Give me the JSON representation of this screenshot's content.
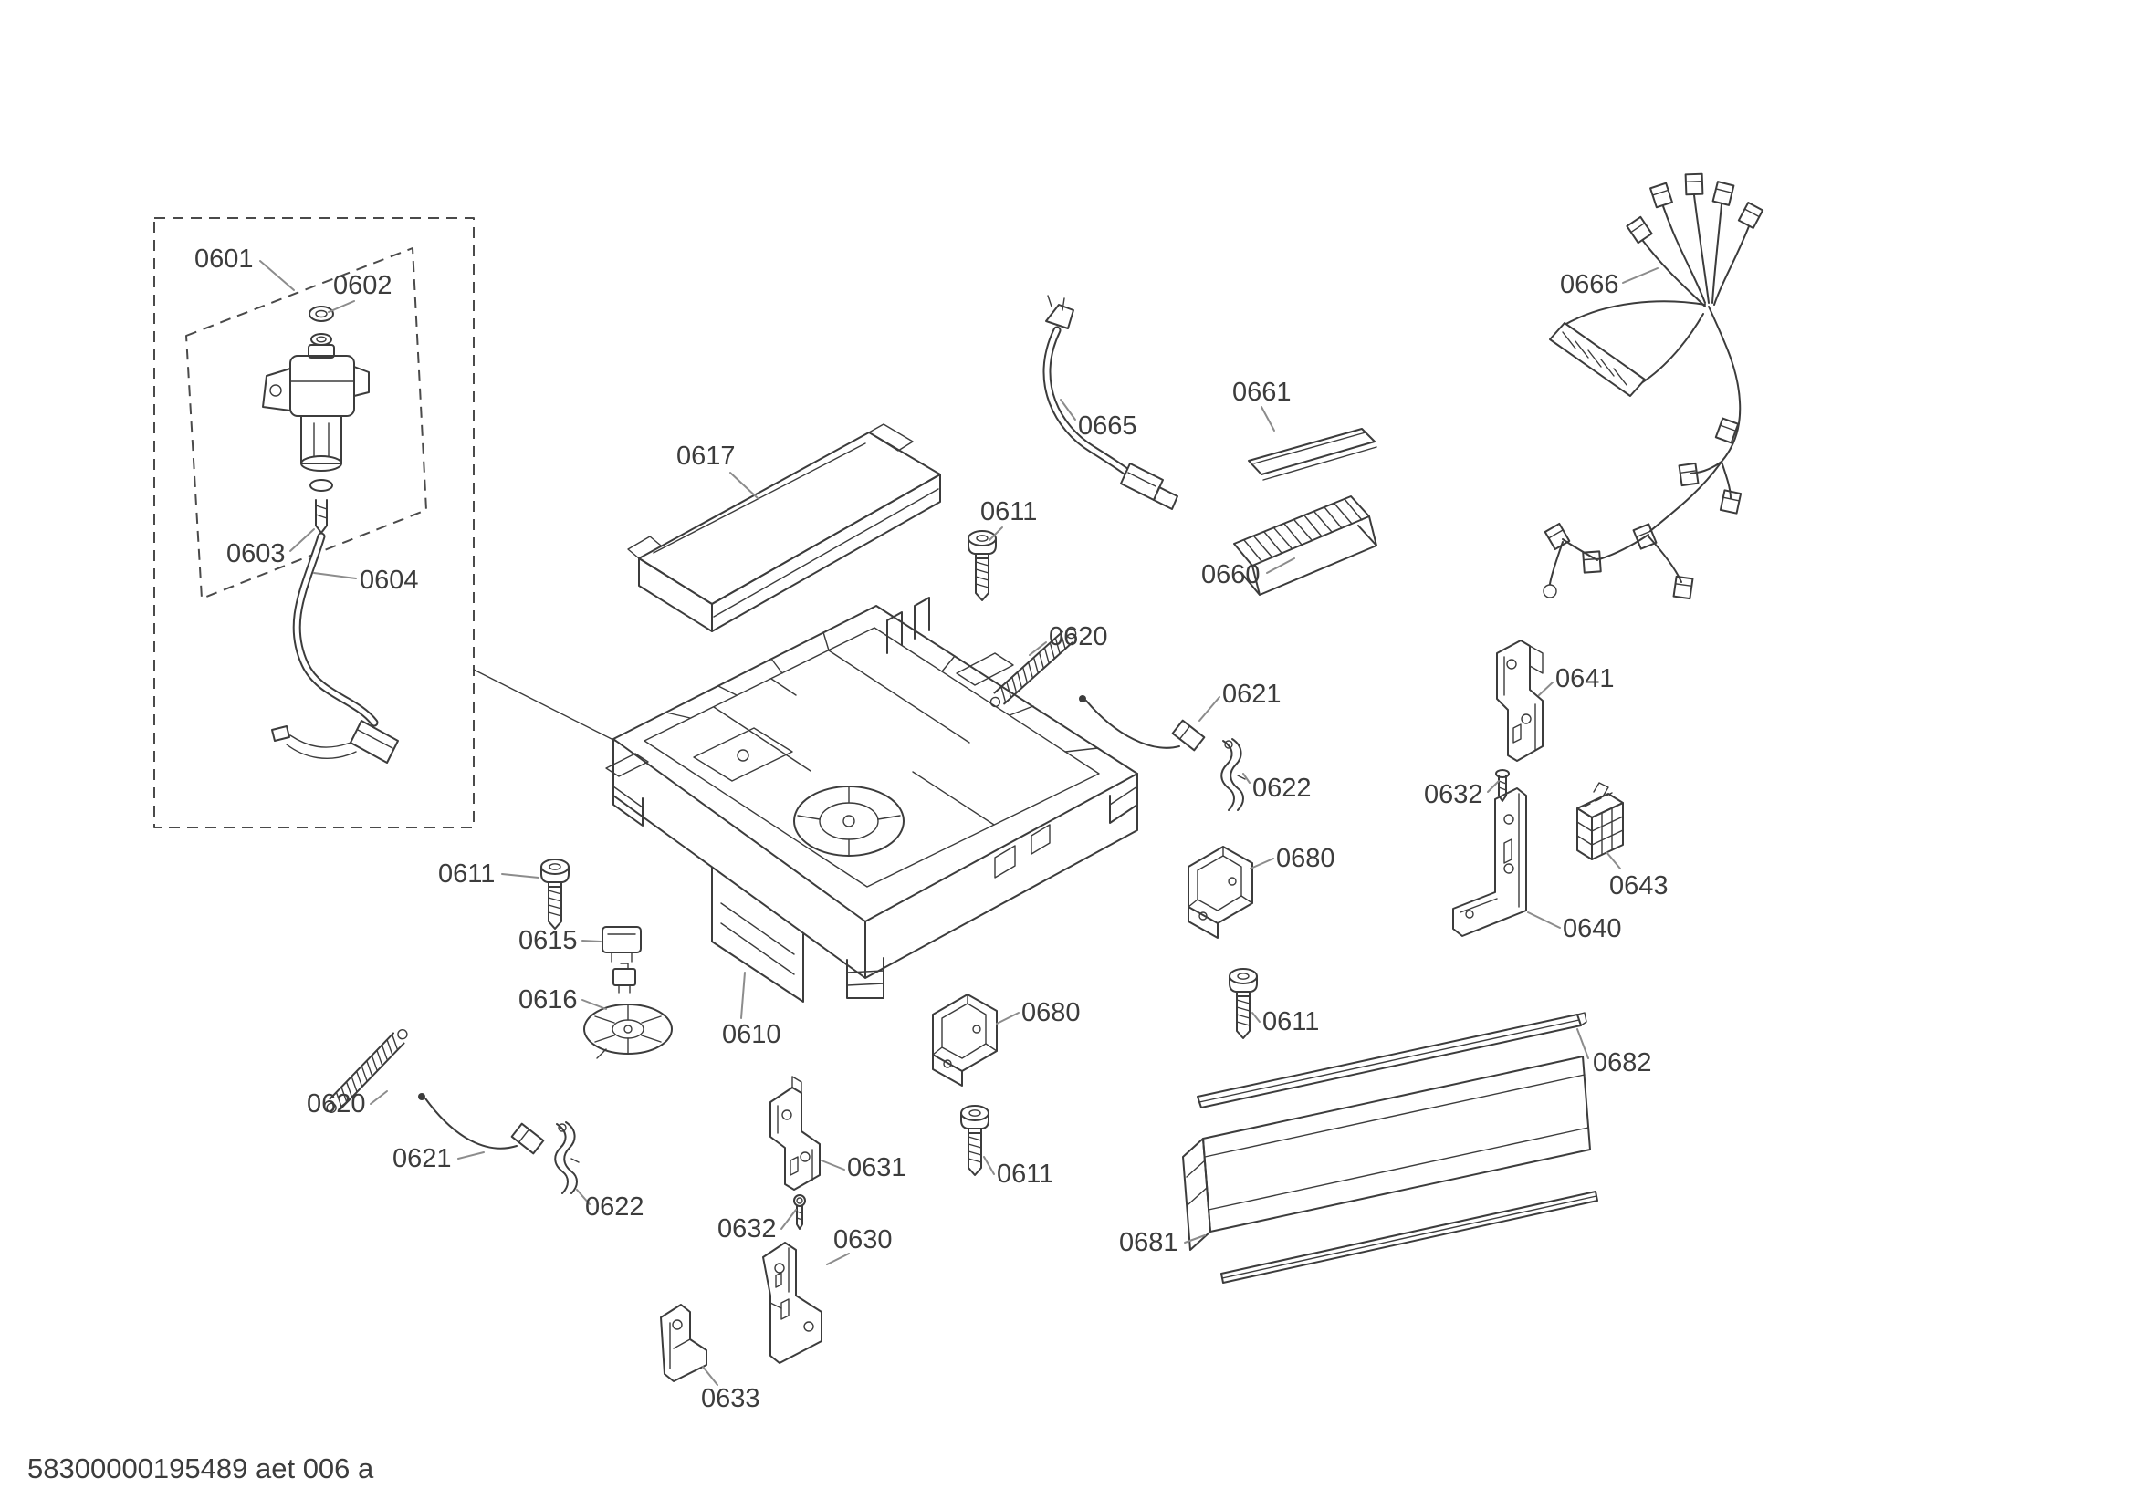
{
  "diagram": {
    "footer": "58300000195489 aet 006 a",
    "colors": {
      "ink": "#3c3c3c",
      "leader": "#8c8c8c",
      "background": "#ffffff"
    },
    "callouts": [
      {
        "text": "0601"
      },
      {
        "text": "0602"
      },
      {
        "text": "0603"
      },
      {
        "text": "0604"
      },
      {
        "text": "0617"
      },
      {
        "text": "0611"
      },
      {
        "text": "0665"
      },
      {
        "text": "0661"
      },
      {
        "text": "0660"
      },
      {
        "text": "0666"
      },
      {
        "text": "0620"
      },
      {
        "text": "0621"
      },
      {
        "text": "0622"
      },
      {
        "text": "0641"
      },
      {
        "text": "0632"
      },
      {
        "text": "0643"
      },
      {
        "text": "0640"
      },
      {
        "text": "0680"
      },
      {
        "text": "0611"
      },
      {
        "text": "0615"
      },
      {
        "text": "0616"
      },
      {
        "text": "0610"
      },
      {
        "text": "0680"
      },
      {
        "text": "0611"
      },
      {
        "text": "0682"
      },
      {
        "text": "0620"
      },
      {
        "text": "0621"
      },
      {
        "text": "0622"
      },
      {
        "text": "0631"
      },
      {
        "text": "0611"
      },
      {
        "text": "0632"
      },
      {
        "text": "0630"
      },
      {
        "text": "0681"
      },
      {
        "text": "0633"
      }
    ]
  }
}
